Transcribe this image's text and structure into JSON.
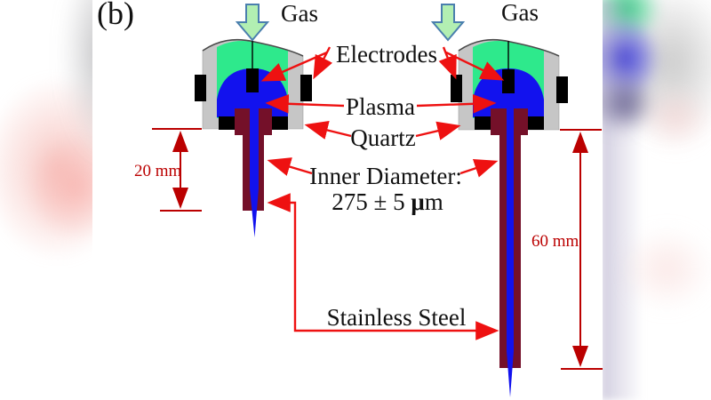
{
  "panel_label": "(b)",
  "labels": {
    "gas_left": "Gas",
    "gas_right": "Gas",
    "electrodes": "Electrodes",
    "plasma": "Plasma",
    "quartz": "Quartz",
    "inner_diameter_line1": "Inner Diameter:",
    "id_value": "275 ± 5 ",
    "id_mu": "μ",
    "id_unit": "m",
    "stainless_steel": "Stainless Steel",
    "dim_left": "20 mm",
    "dim_right": "60 mm"
  },
  "colors": {
    "quartz_body": "#c6c6c6",
    "gas_region": "#2ee98c",
    "plasma": "#1212ee",
    "steel_capillary": "#741029",
    "electrode": "#000000",
    "gas_arrow_fill": "#b2efb2",
    "gas_arrow_outline": "#4a7fae",
    "annotation_arrow": "#ee1111",
    "dimension_line": "#bb0000",
    "label_text": "#111111"
  }
}
